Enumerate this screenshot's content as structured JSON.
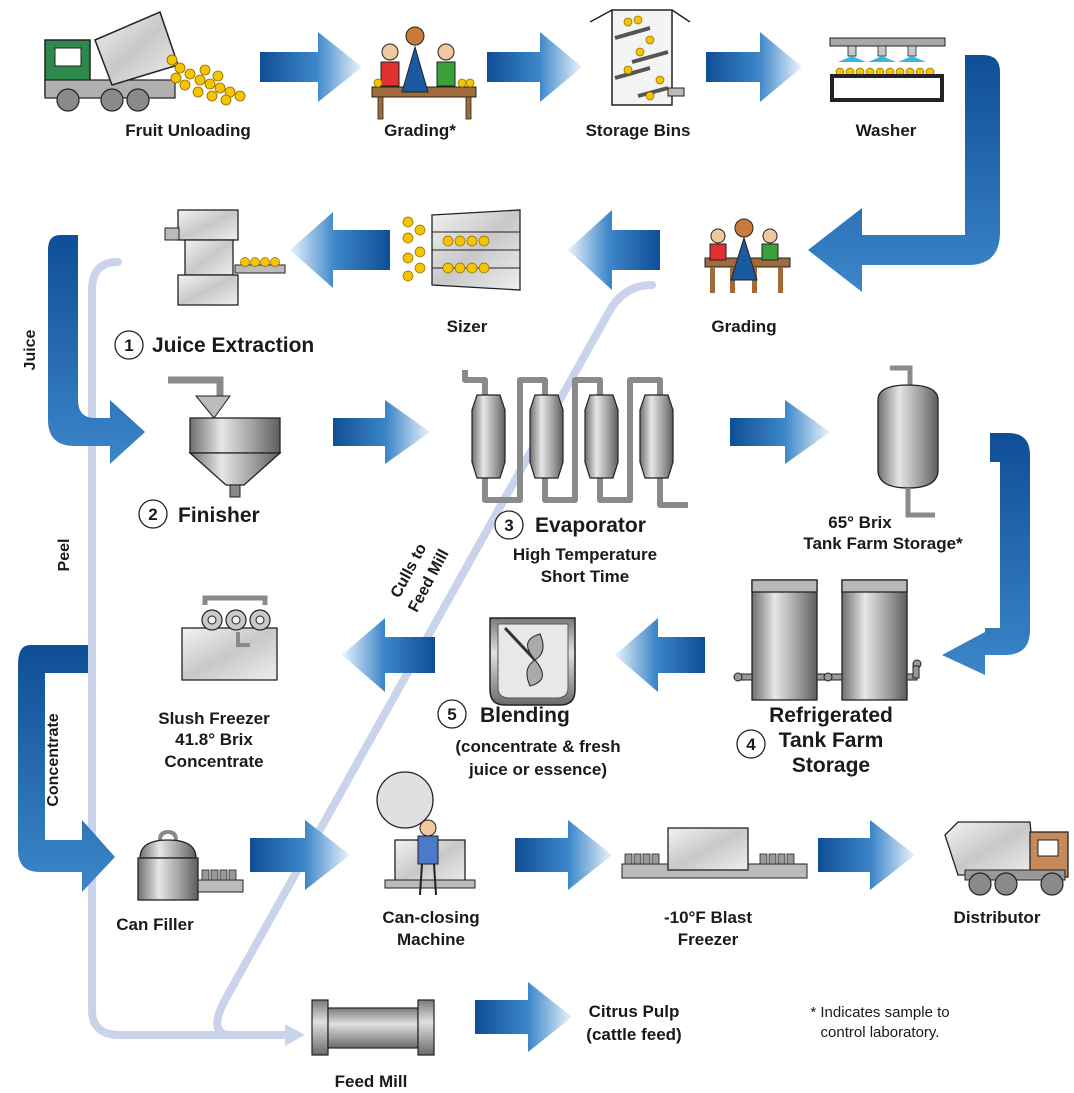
{
  "labels": {
    "fruit_unloading": "Fruit Unloading",
    "grading_star": "Grading*",
    "storage_bins": "Storage Bins",
    "washer": "Washer",
    "sizer": "Sizer",
    "grading": "Grading",
    "juice_extraction_num": "1",
    "juice_extraction": "Juice Extraction",
    "finisher_num": "2",
    "finisher": "Finisher",
    "evaporator_num": "3",
    "evaporator": "Evaporator",
    "evaporator_sub1": "High Temperature",
    "evaporator_sub2": "Short Time",
    "tank_storage_l1": "65° Brix",
    "tank_storage_l2": "Tank Farm Storage*",
    "refrig_num": "4",
    "refrig_l1": "Refrigerated",
    "refrig_l2": "Tank Farm",
    "refrig_l3": "Storage",
    "blending_num": "5",
    "blending": "Blending",
    "blending_sub1": "(concentrate & fresh",
    "blending_sub2": "juice or essence)",
    "slush_l1": "Slush Freezer",
    "slush_l2": "41.8° Brix",
    "slush_l3": "Concentrate",
    "can_filler": "Can Filler",
    "can_closing_l1": "Can-closing",
    "can_closing_l2": "Machine",
    "blast_l1": "-10°F Blast",
    "blast_l2": "Freezer",
    "distributor": "Distributor",
    "feed_mill": "Feed Mill",
    "citrus_l1": "Citrus Pulp",
    "citrus_l2": "(cattle feed)",
    "juice": "Juice",
    "peel": "Peel",
    "concentrate": "Concentrate",
    "culls_l1": "Culls to",
    "culls_l2": "Feed Mill",
    "footnote_l1": "* Indicates sample to",
    "footnote_l2": "control laboratory."
  },
  "colors": {
    "arrow_dark": "#0f4e96",
    "arrow_light": "#e8f1fb",
    "waste_line": "#c9d4ea",
    "fruit": "#f5c400",
    "metal": "#9a9a9a",
    "truck_green": "#2e8a4a",
    "truck_brown": "#c68a5a"
  }
}
